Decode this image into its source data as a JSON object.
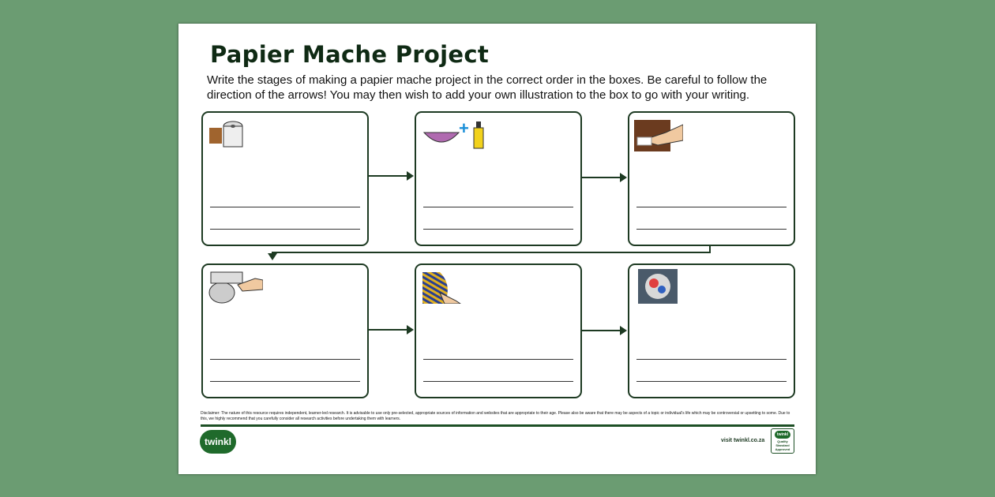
{
  "title": "Papier Mache Project",
  "instructions": "Write the stages of making a papier mache project in the correct order in the boxes. Be careful to follow the direction of the arrows! You may then wish to add your own illustration to the box to go with your writing.",
  "boxes": [
    {
      "icon": "toilet-paper-roll-icon"
    },
    {
      "icon": "bowl-plus-glue-icon"
    },
    {
      "icon": "hand-spreading-paste-icon"
    },
    {
      "icon": "hand-layering-paper-icon"
    },
    {
      "icon": "painted-striped-object-icon"
    },
    {
      "icon": "finished-project-photo-icon"
    }
  ],
  "footer": {
    "disclaimer": "Disclaimer: The nature of this resource requires independent, learner-led research. It is advisable to use only pre-selected, appropriate sources of information and websites that are appropriate to their age. Please also be aware that there may be aspects of a topic or individual's life which may be controversial or upsetting to some. Due to this, we highly recommend that you carefully consider all research activities before undertaking them with learners.",
    "logo": "twinkl",
    "visit": "visit twinkl.co.za",
    "badge": "twinkl Quality Standard Approved"
  },
  "colors": {
    "background": "#6b9c72",
    "border": "#1d3a22",
    "brand": "#1f6a2b"
  }
}
